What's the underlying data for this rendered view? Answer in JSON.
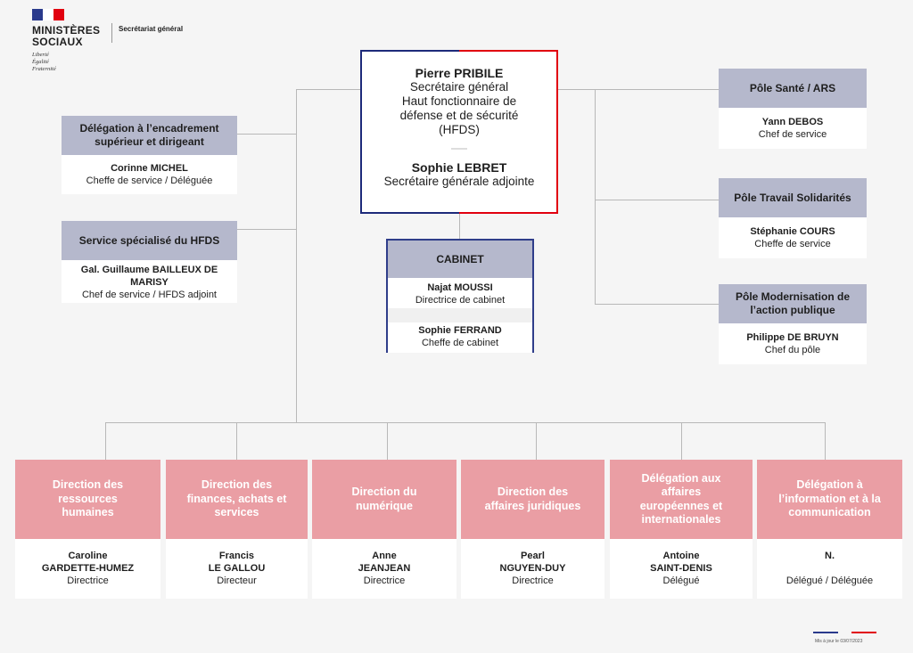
{
  "header": {
    "ministry_line1": "MINISTÈRES",
    "ministry_line2": "SOCIAUX",
    "motto1": "Liberté",
    "motto2": "Égalité",
    "motto3": "Fraternité",
    "service": "Secrétariat général"
  },
  "central": {
    "name1": "Pierre PRIBILE",
    "role1_l1": "Secrétaire général",
    "role1_l2": "Haut fonctionnaire de",
    "role1_l3": "défense et de sécurité",
    "role1_l4": "(HFDS)",
    "name2": "Sophie LEBRET",
    "role2": "Secrétaire générale adjointe"
  },
  "left": [
    {
      "title_l1": "Délégation à l’encadrement",
      "title_l2": "supérieur et dirigeant",
      "name": "Corinne MICHEL",
      "role": "Cheffe de service / Déléguée"
    },
    {
      "title_l1": "Service spécialisé du HFDS",
      "name_l1": "Gal. Guillaume BAILLEUX DE",
      "name_l2": "MARISY",
      "role": "Chef de service / HFDS adjoint"
    }
  ],
  "cabinet": {
    "title": "CABINET",
    "p1_name": "Najat MOUSSI",
    "p1_role": "Directrice de cabinet",
    "p2_name": "Sophie FERRAND",
    "p2_role": "Cheffe de cabinet"
  },
  "right": [
    {
      "title_l1": "Pôle Santé / ARS",
      "name": "Yann DEBOS",
      "role": "Chef de service"
    },
    {
      "title_l1": "Pôle Travail Solidarités",
      "name": "Stéphanie COURS",
      "role": "Cheffe de service"
    },
    {
      "title_l1": "Pôle Modernisation de",
      "title_l2": "l’action publique",
      "name": "Philippe DE BRUYN",
      "role": "Chef du pôle"
    }
  ],
  "directions": [
    {
      "t1": "Direction des",
      "t2": "ressources",
      "t3": "humaines",
      "t4": "",
      "n1": "Caroline",
      "n2": "GARDETTE-HUMEZ",
      "role": "Directrice"
    },
    {
      "t1": "Direction des",
      "t2": "finances, achats et",
      "t3": "services",
      "t4": "",
      "n1": "Francis",
      "n2": "LE GALLOU",
      "role": "Directeur"
    },
    {
      "t1": "Direction du",
      "t2": "numérique",
      "t3": "",
      "t4": "",
      "n1": "Anne",
      "n2": "JEANJEAN",
      "role": "Directrice"
    },
    {
      "t1": "Direction des",
      "t2": "affaires juridiques",
      "t3": "",
      "t4": "",
      "n1": "Pearl",
      "n2": "NGUYEN-DUY",
      "role": "Directrice"
    },
    {
      "t1": "Délégation aux",
      "t2": "affaires",
      "t3": "européennes et",
      "t4": "internationales",
      "n1": "Antoine",
      "n2": "SAINT-DENIS",
      "role": "Délégué"
    },
    {
      "t1": "Délégation à",
      "t2": "l’information et à la",
      "t3": "communication",
      "t4": "",
      "n1": "N.",
      "n2": "",
      "role": "Délégué / Déléguée"
    }
  ],
  "footer": {
    "update": "Mis à jour le 03/07/2023"
  },
  "colors": {
    "navy": "#2a3a8c",
    "red": "#e1000f",
    "lavender": "#b5b8cc",
    "pink": "#ea9ea4"
  }
}
